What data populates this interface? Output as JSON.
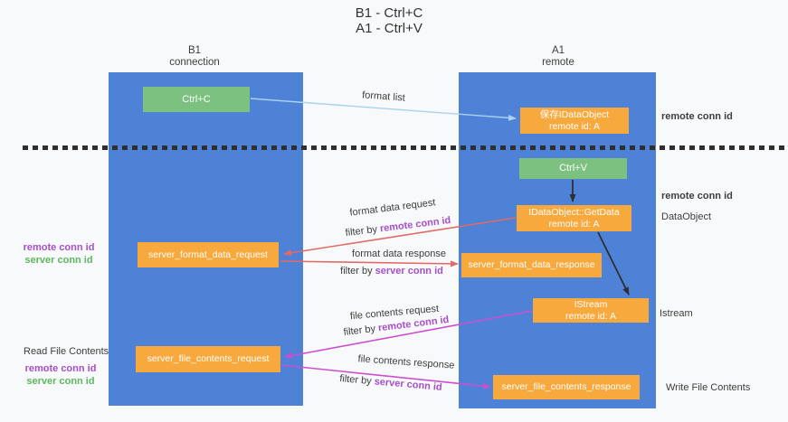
{
  "title": {
    "line1": "B1 - Ctrl+C",
    "line2": "A1 - Ctrl+V"
  },
  "lanes": {
    "b1": {
      "name": "B1",
      "subtitle": "connection"
    },
    "a1": {
      "name": "A1",
      "subtitle": "remote"
    }
  },
  "nodes": {
    "ctrl_c": {
      "label": "Ctrl+C"
    },
    "ctrl_v": {
      "label": "Ctrl+V"
    },
    "saved_dataobject": {
      "line1": "保存IDataObject",
      "line2": "remote id: A"
    },
    "getdata": {
      "line1": "IDataObject::GetData",
      "line2": "remote id: A"
    },
    "server_format_data_request": {
      "label": "server_format_data_request"
    },
    "server_format_data_response": {
      "label": "server_format_data_response"
    },
    "istream": {
      "line1": "IStream",
      "line2": "remote id: A"
    },
    "server_file_contents_request": {
      "label": "server_file_contents_request"
    },
    "server_file_contents_response": {
      "label": "server_file_contents_response"
    }
  },
  "edge_labels": {
    "format_list": "format list",
    "format_data_request": "format data request",
    "format_data_response": "format data response",
    "file_contents_request": "file contents request",
    "file_contents_response": "file contents response",
    "filter_by": "filter by ",
    "remote_conn_id": "remote conn id",
    "server_conn_id": "server conn id"
  },
  "side_labels": {
    "right_remote_conn_id_top": "remote conn id",
    "right_remote_conn_id_mid": "remote conn id",
    "right_dataobject": "DataObject",
    "right_istream": "Istream",
    "right_write_file_contents": "Write File Contents",
    "left_remote_conn_id_top": "remote conn id",
    "left_server_conn_id_top": "server conn id",
    "left_read_file_contents": "Read File Contents",
    "left_remote_conn_id_bottom": "remote conn id",
    "left_server_conn_id_bottom": "server conn id"
  },
  "colors": {
    "lane_blue": "#4d82d6",
    "node_orange": "#f8a93d",
    "node_green": "#7dc180",
    "purple_text": "#a64fc8",
    "green_text": "#5db75d",
    "red_arrow": "#e16a66",
    "magenta_arrow": "#cc4fd0",
    "light_blue_arrow": "#a8d2f0",
    "black_arrow": "#2f2f2f"
  }
}
